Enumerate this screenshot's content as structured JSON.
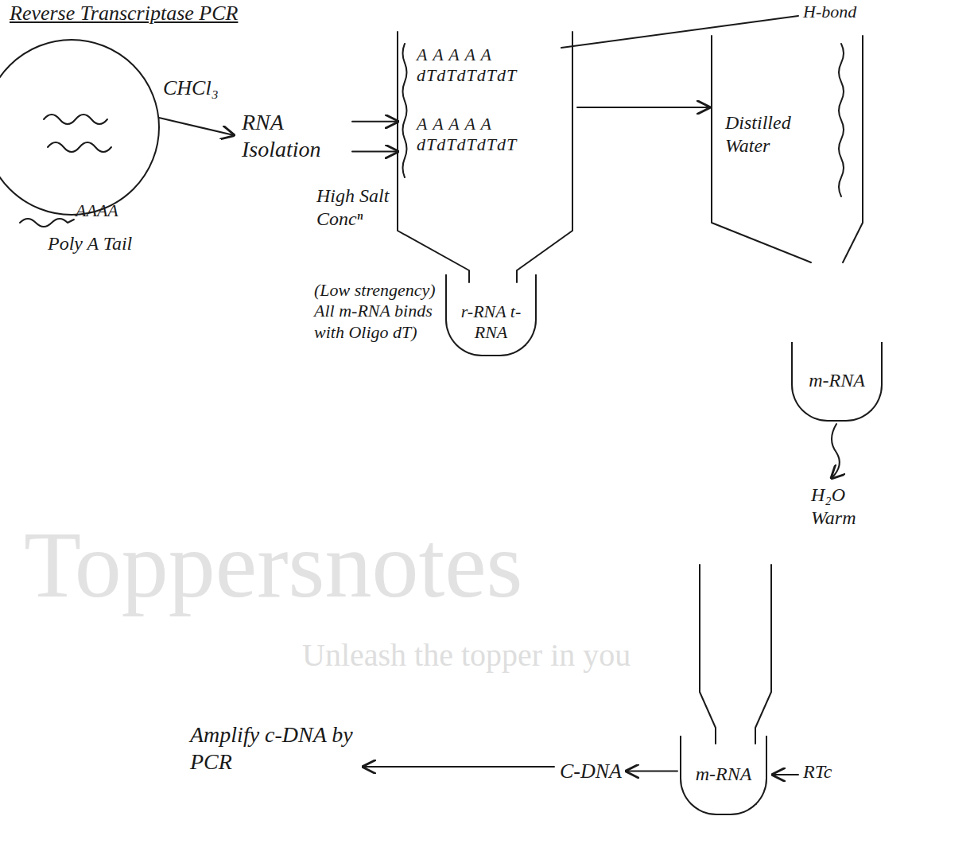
{
  "diagram": {
    "title": "Reverse Transcriptase PCR",
    "nodes": [
      {
        "text": [
          "RNA Isolation"
        ]
      },
      {
        "text": [
          "A A A A A",
          "dTdTdTdTdT",
          "A A A A A",
          "dTdTdTdTdT"
        ]
      },
      {
        "text": [
          "r-RNA t-RNA"
        ]
      },
      {
        "text": [
          "m-RNA"
        ]
      },
      {
        "text": [
          "m-RNA"
        ]
      },
      {
        "text": [
          "C-DNA"
        ]
      },
      {
        "text": [
          "Amplify c-DNA by PCR"
        ]
      }
    ],
    "edges": [
      {
        "from": 0,
        "to": 1,
        "arrow": "to"
      },
      {
        "from": 0,
        "to": 1,
        "arrow": "to"
      },
      {
        "from": 4,
        "to": 5,
        "arrow": "to"
      },
      {
        "from": 5,
        "to": 6,
        "arrow": "to"
      }
    ],
    "labels": [
      "CHCl₃",
      "AAAA",
      "Poly A Tail",
      "High Salt Concⁿ",
      "(Low strengency) All m-RNA binds with Oligo dT)",
      "H-bond",
      "Distilled Water",
      "H₂O Warm",
      "RTc",
      "Toppersnotes",
      "Unleash the topper in you"
    ]
  }
}
